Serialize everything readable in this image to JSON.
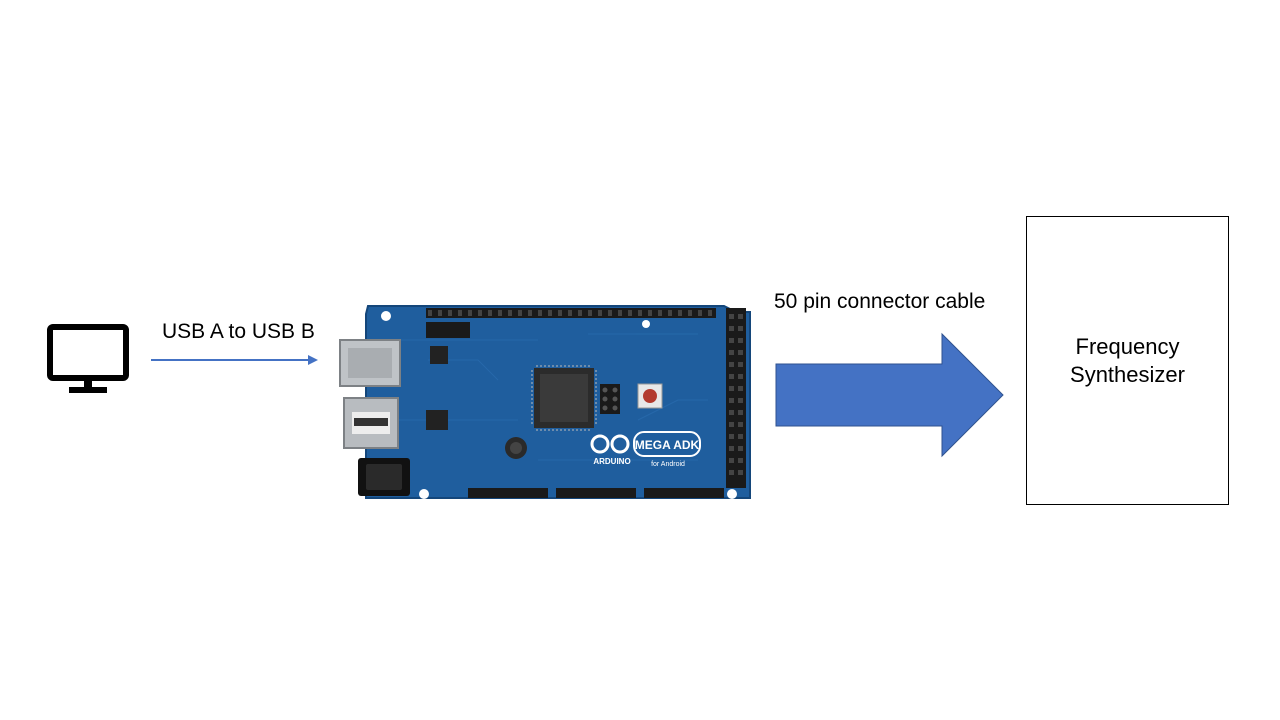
{
  "diagram": {
    "computer": {
      "icon": "monitor-icon"
    },
    "usb_link": {
      "label": "USB A to USB B",
      "arrow_color": "#4472C4"
    },
    "board": {
      "icon": "arduino-mega-adk-board",
      "color": "#1E5A9E"
    },
    "cable_link": {
      "label": "50 pin connector cable",
      "arrow_color": "#4472C4"
    },
    "synthesizer": {
      "line1": "Frequency",
      "line2": "Synthesizer"
    }
  }
}
